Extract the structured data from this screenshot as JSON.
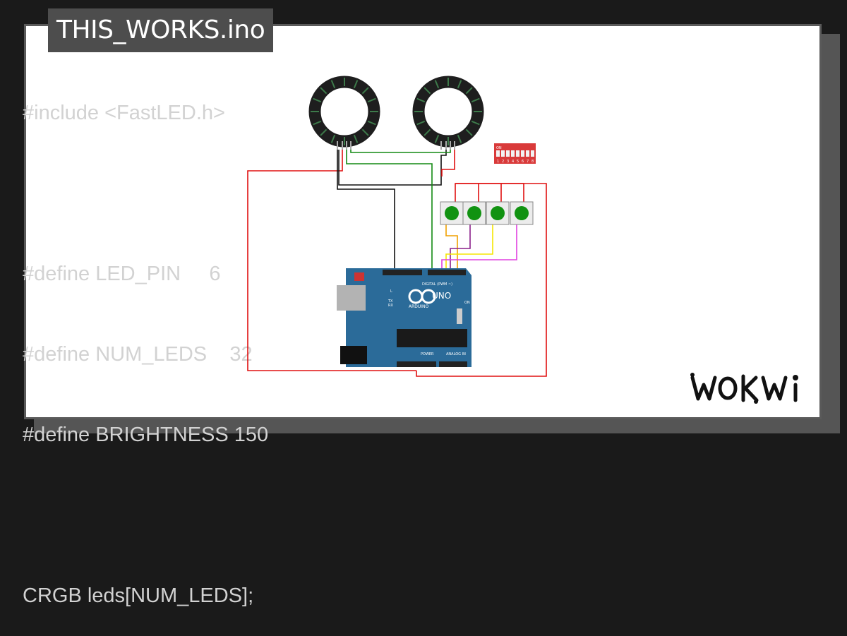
{
  "filename": "THIS_WORKS.ino",
  "code_lines": [
    "#include <FastLED.h>",
    "",
    "#define LED_PIN     6",
    "#define NUM_LEDS    32",
    "#define BRIGHTNESS 150",
    "",
    "CRGB leds[NUM_LEDS];"
  ],
  "board": {
    "brand_label": "ARDUINO",
    "model_label": "UNO",
    "digital_label": "DIGITAL (PWM ~)",
    "power_label": "POWER",
    "analog_label": "ANALOG IN",
    "on_label": "ON",
    "tx_label": "TX",
    "rx_label": "RX",
    "l_label": "L"
  },
  "dip_switch": {
    "on_label": "ON",
    "numbers": [
      "1",
      "2",
      "3",
      "4",
      "5",
      "6",
      "7",
      "8"
    ]
  },
  "colors": {
    "wire_red": "#e01010",
    "wire_black": "#111111",
    "wire_green": "#138a13",
    "wire_orange": "#f0a000",
    "wire_purple": "#8a1f8a",
    "wire_yellow": "#f5e600",
    "wire_magenta": "#e040e0",
    "board_blue": "#2b6b99",
    "button_green": "#119211",
    "dip_red": "#d93a3a"
  },
  "brand_logo": "WOKWi"
}
